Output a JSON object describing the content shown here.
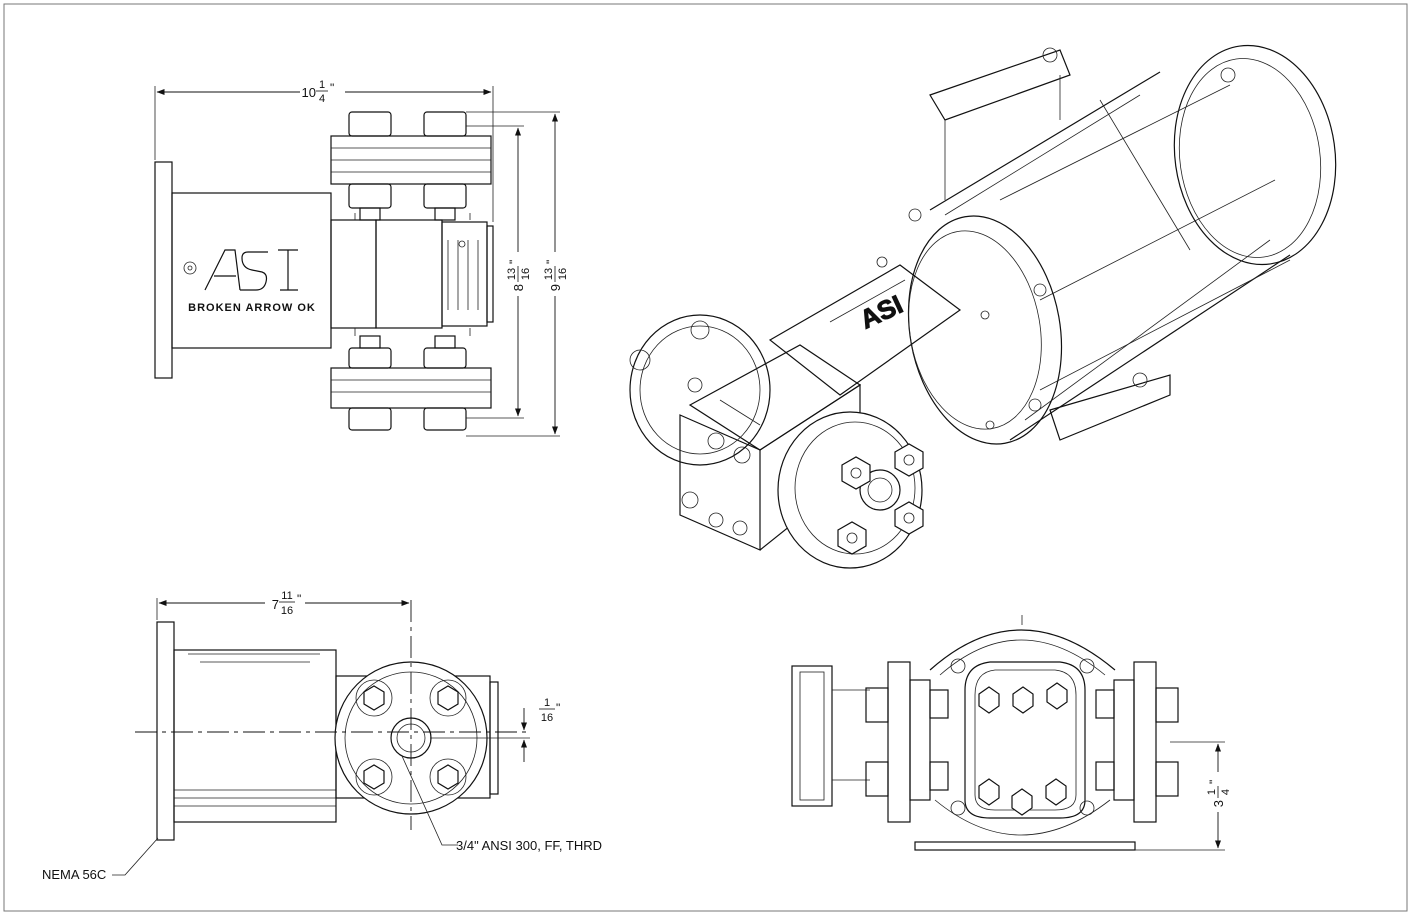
{
  "drawing": {
    "top_view": {
      "overall_length": {
        "whole": "10",
        "num": "1",
        "den": "4",
        "unit": "\""
      },
      "bolt_span": {
        "whole": "8",
        "num": "13",
        "den": "16",
        "unit": "\""
      },
      "flange_span": {
        "whole": "9",
        "num": "13",
        "den": "16",
        "unit": "\""
      },
      "brand_logo": "ASI",
      "brand_name": "BROKEN ARROW OK"
    },
    "side_view": {
      "length": {
        "whole": "7",
        "num": "11",
        "den": "16",
        "unit": "\""
      },
      "offset": {
        "whole": "",
        "num": "1",
        "den": "16",
        "unit": "\""
      },
      "port_callout": "3/4\" ANSI 300, FF, THRD",
      "motor_callout": "NEMA 56C"
    },
    "end_view": {
      "height": {
        "whole": "3",
        "num": "1",
        "den": "4",
        "unit": "\""
      }
    },
    "iso_view": {
      "logo": "ASI"
    }
  }
}
